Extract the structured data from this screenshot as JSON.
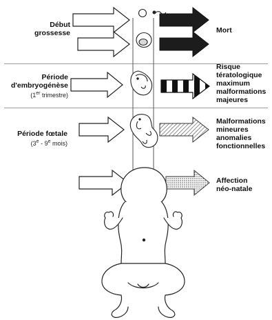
{
  "left_labels": {
    "row1": {
      "line1": "Début",
      "line2": "grossesse"
    },
    "row2": {
      "line1": "Période",
      "line2": "d'embryogénèse",
      "sub": "(1er trimestre)"
    },
    "row3": {
      "line1": "Période fœtale",
      "sub": "(3e - 9e mois)"
    }
  },
  "right_labels": {
    "row1": "Mort",
    "row2": [
      "Risque",
      "tératologique",
      "maximum",
      "malformations",
      "majeures"
    ],
    "row3": [
      "Malformations",
      "mineures",
      "anomalies",
      "fonctionnelles"
    ],
    "row4": [
      "Affection",
      "néo-natale"
    ]
  }
}
